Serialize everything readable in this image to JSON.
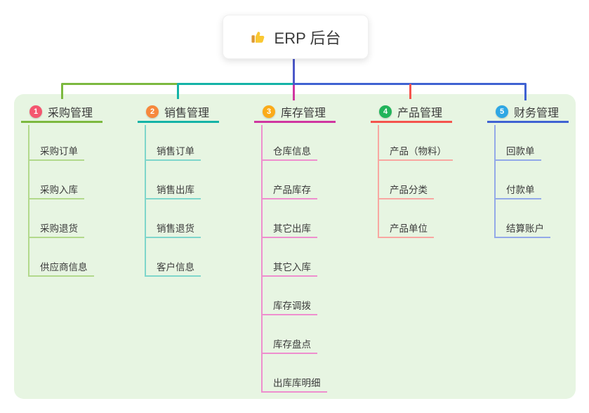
{
  "root": {
    "title": "ERP 后台",
    "icon": "thumbs-up-icon",
    "line_color": "#4c58c9"
  },
  "panel": {
    "bg": "#e7f5e2"
  },
  "colors": {
    "text": "#3b3b3b",
    "canvas_bg": "#ffffff",
    "thumb_hand": "#fac832",
    "thumb_cuff": "#dd9934"
  },
  "branches": [
    {
      "label": "采购管理",
      "badge": "1",
      "badge_color": "#f4566f",
      "line_color": "#7cb93f",
      "child_line_color": "#b2d98c",
      "children": [
        "采购订单",
        "采购入库",
        "采购退货",
        "供应商信息"
      ]
    },
    {
      "label": "销售管理",
      "badge": "2",
      "badge_color": "#f6883c",
      "line_color": "#14b3a7",
      "child_line_color": "#7fd6cb",
      "children": [
        "销售订单",
        "销售出库",
        "销售退货",
        "客户信息"
      ]
    },
    {
      "label": "库存管理",
      "badge": "3",
      "badge_color": "#fbab19",
      "line_color": "#cf36a0",
      "child_line_color": "#ee8fce",
      "children": [
        "仓库信息",
        "产品库存",
        "其它出库",
        "其它入库",
        "库存调拨",
        "库存盘点",
        "出库库明细"
      ]
    },
    {
      "label": "产品管理",
      "badge": "4",
      "badge_color": "#21b45a",
      "line_color": "#f4544d",
      "child_line_color": "#f8a7a1",
      "children": [
        "产品（物料）",
        "产品分类",
        "产品单位"
      ]
    },
    {
      "label": "财务管理",
      "badge": "5",
      "badge_color": "#2fa7e4",
      "line_color": "#3f62d2",
      "child_line_color": "#93a9e8",
      "children": [
        "回款单",
        "付款单",
        "结算账户"
      ]
    }
  ]
}
